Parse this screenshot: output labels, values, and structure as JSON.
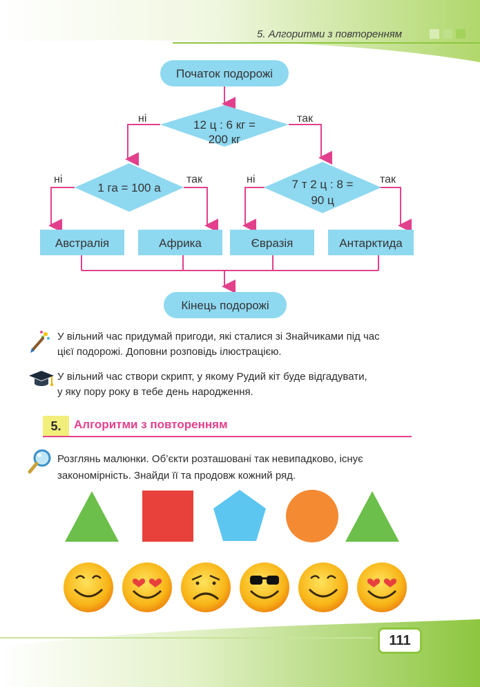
{
  "header": {
    "running_title": "5. Алгоритми з повторенням"
  },
  "flowchart": {
    "start": "Початок подорожі",
    "decision_main": {
      "line1": "12 ц : 6 кг =",
      "line2": "200 кг",
      "no": "ні",
      "yes": "так"
    },
    "decision_left": {
      "text": "1 га = 100 а",
      "no": "ні",
      "yes": "так"
    },
    "decision_right": {
      "line1": "7 т 2 ц : 8 =",
      "line2": "90 ц",
      "no": "ні",
      "yes": "так"
    },
    "outcomes": [
      "Австралія",
      "Африка",
      "Євразія",
      "Антарктида"
    ],
    "end": "Кінець подорожі"
  },
  "tasks": [
    {
      "icon": "paint-brush-icon",
      "line1": "У вільний час придумай пригоди, які сталися зі Знайчиками під час",
      "line2": "цієї подорожі. Доповни розповідь ілюстрацією."
    },
    {
      "icon": "graduation-cap-icon",
      "line1": "У вільний час створи скрипт, у якому Рудий кіт буде відгадувати,",
      "line2": "у яку пору року в тебе день народження."
    }
  ],
  "section": {
    "number": "5.",
    "title": "Алгоритми з повторенням"
  },
  "exercise": {
    "icon": "magnifier-icon",
    "line1": "Розглянь малюнки. Об’єкти розташовані так невипадково, існує",
    "line2": "закономірність. Знайди її та продовж кожний ряд."
  },
  "shapes_row": [
    "triangle",
    "square",
    "pentagon",
    "circle",
    "triangle"
  ],
  "shape_colors": {
    "triangle": "#6cbf4a",
    "square": "#e8413c",
    "pentagon": "#5cc6f0",
    "circle": "#f48a32"
  },
  "smileys_row": [
    "smile",
    "heart-eyes",
    "sad",
    "sunglasses",
    "smile",
    "heart-eyes"
  ],
  "footer": {
    "page_number": "111"
  },
  "colors": {
    "accent_green": "#8dc63f",
    "flow_fill": "#8ed8f0",
    "arrow": "#e2408c",
    "section_bar": "#f2ee7a"
  }
}
